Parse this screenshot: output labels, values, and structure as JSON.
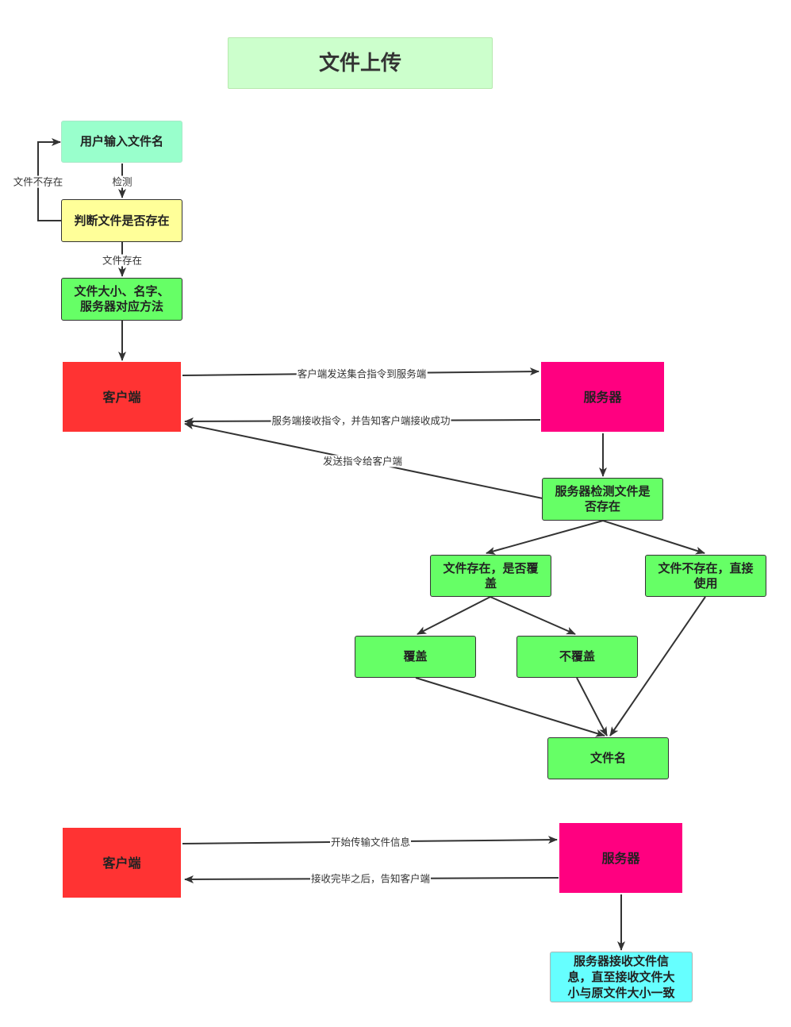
{
  "title": "文件上传",
  "nodes": {
    "user_input": "用户输入文件名",
    "judge_exists": "判断文件是否存在",
    "file_info": "文件大小、名字、\n服务器对应方法",
    "client_1": "客户端",
    "server_1": "服务器",
    "server_check": "服务器检测文件是\n否存在",
    "exists_overwrite": "文件存在，是否覆\n盖",
    "not_exists_use": "文件不存在，直接\n使用",
    "overwrite": "覆盖",
    "no_overwrite": "不覆盖",
    "filename": "文件名",
    "client_2": "客户端",
    "server_2": "服务器",
    "server_receive": "服务器接收文件信\n息，直至接收文件大\n小与原文件大小一致"
  },
  "edge_labels": {
    "detect": "检测",
    "not_exist_loop": "文件不存在",
    "file_exists": "文件存在",
    "client_send_cmd": "客户端发送集合指令到服务端",
    "server_ack": "服务端接收指令，并告知客户端接收成功",
    "send_cmd_to_client": "发送指令给客户端",
    "start_transfer": "开始传输文件信息",
    "done_notify": "接收完毕之后，告知客户端"
  },
  "colors": {
    "title_fill": "#ccffcc",
    "mint": "#99ffcc",
    "yellow": "#ffff99",
    "green": "#66ff66",
    "red": "#ff3333",
    "magenta": "#ff0080",
    "cyan": "#66ffff",
    "line": "#333333"
  }
}
